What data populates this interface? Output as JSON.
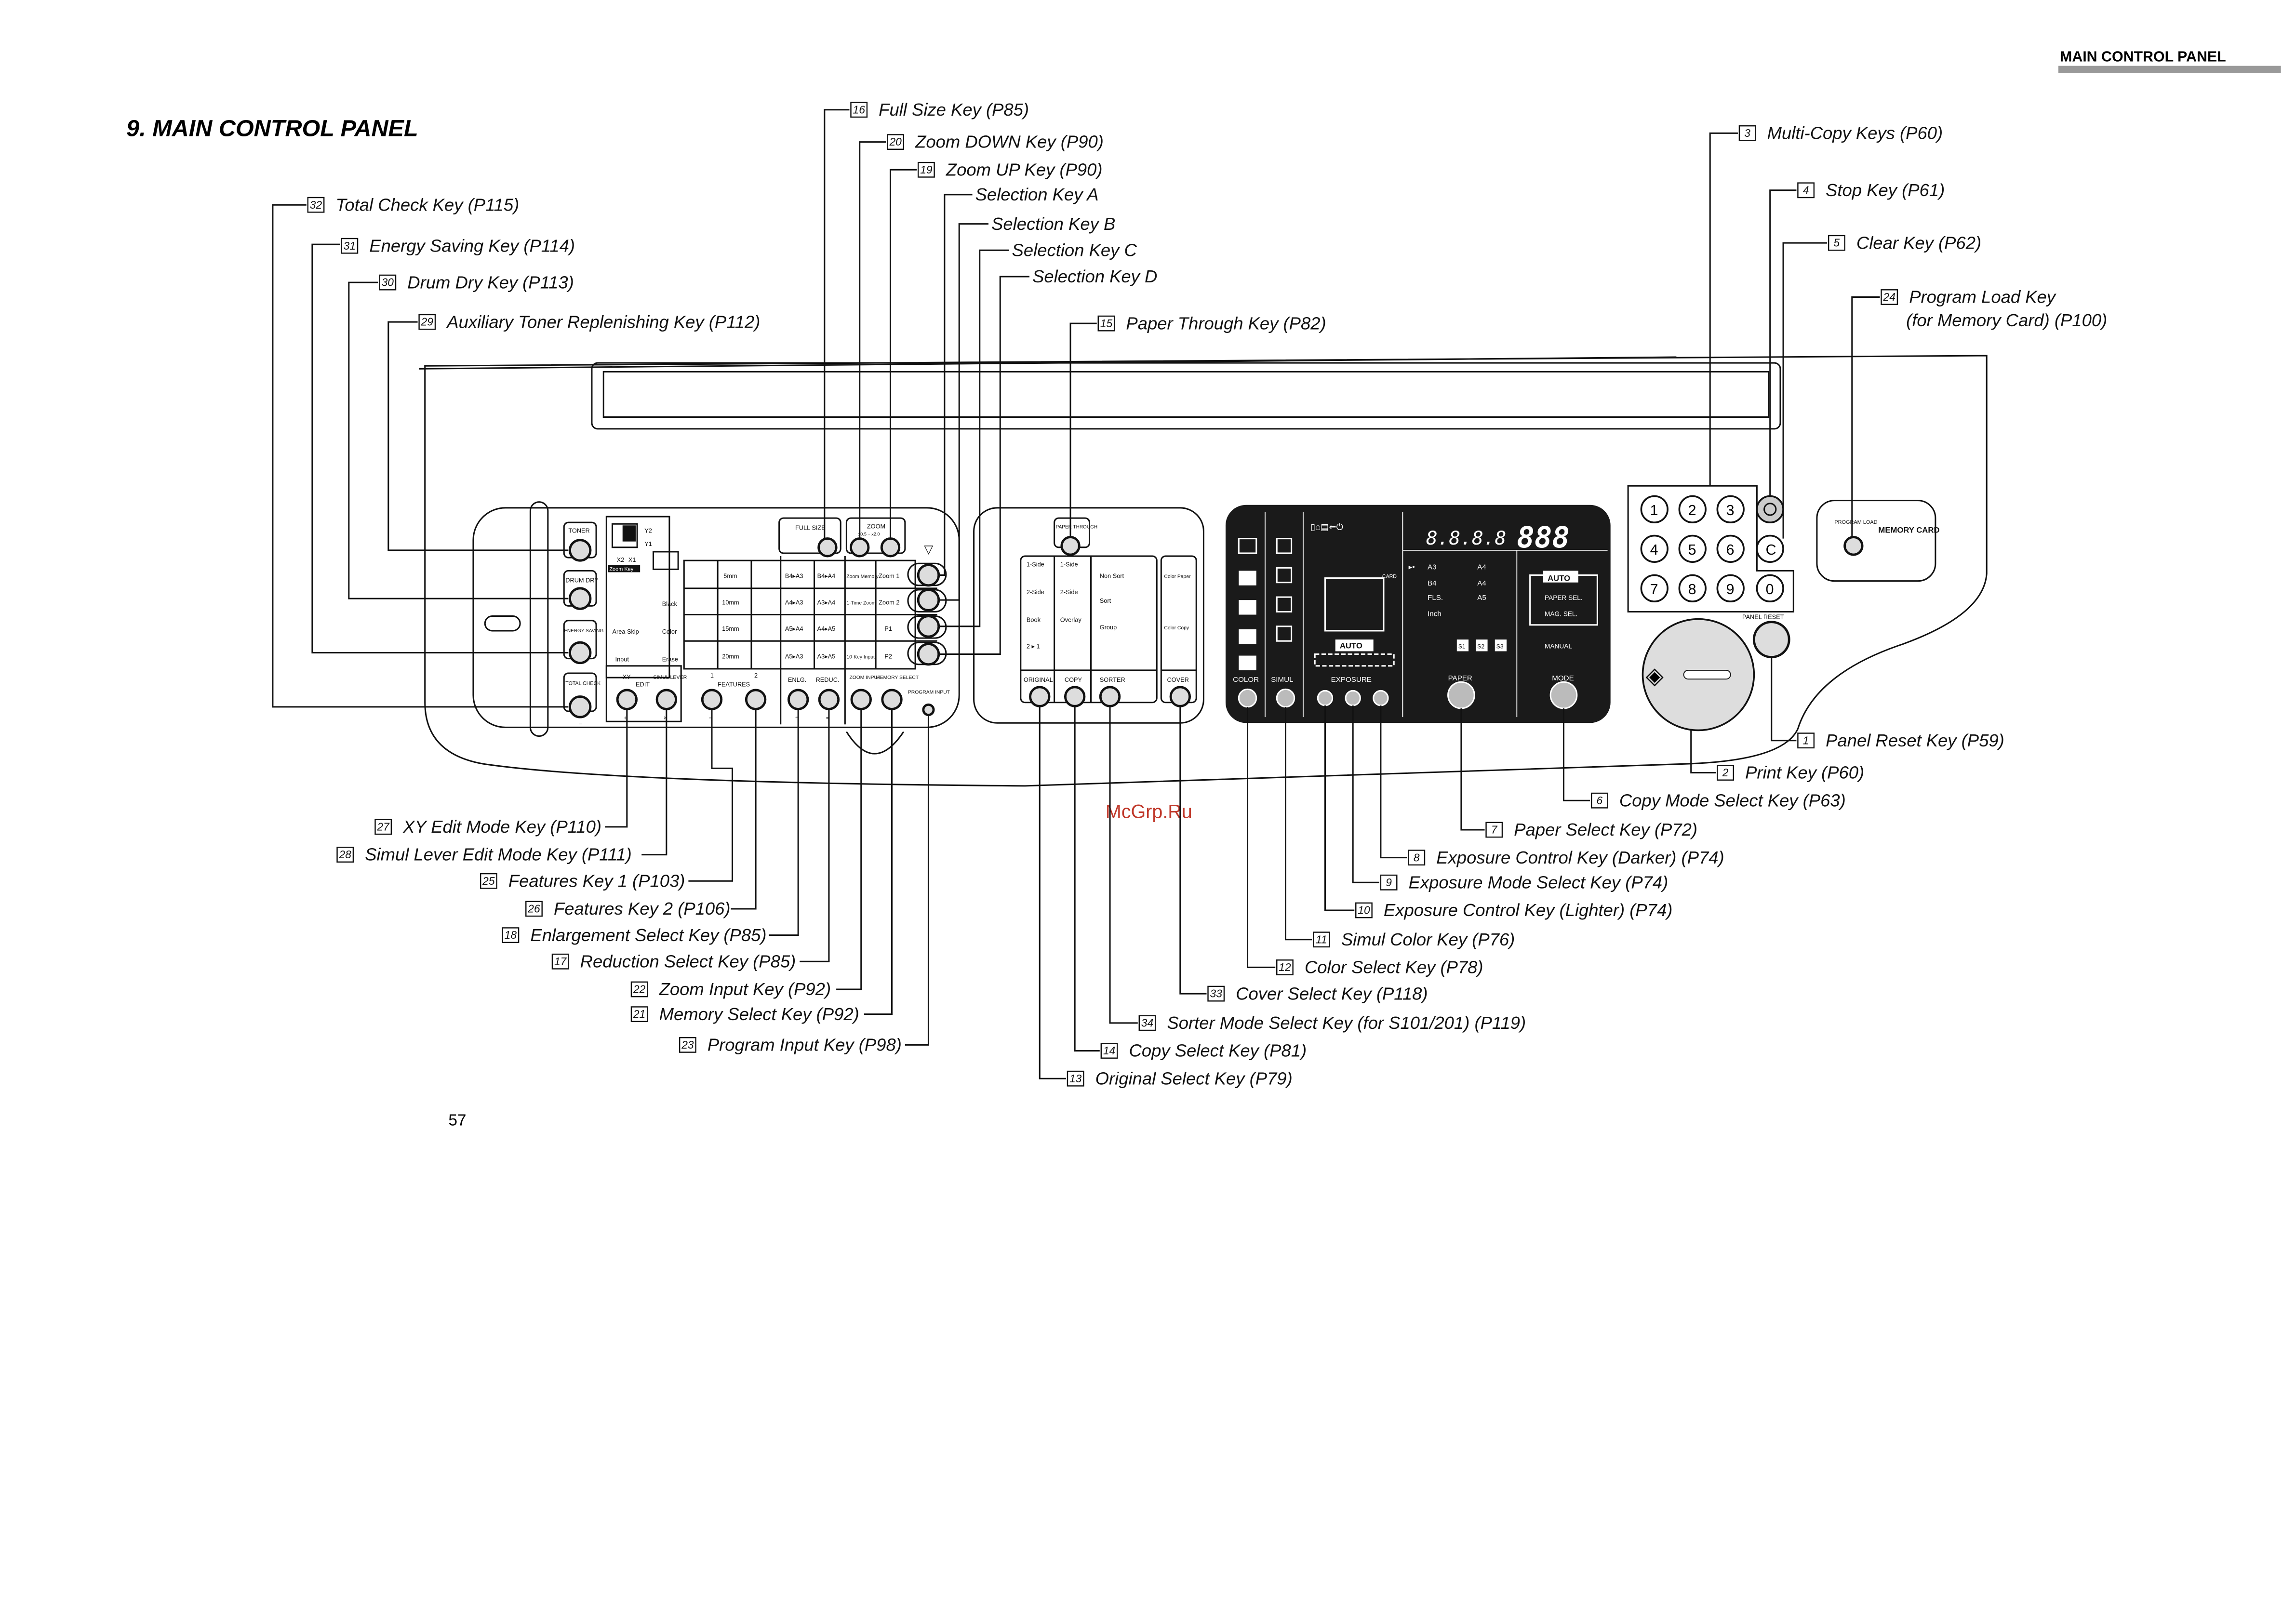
{
  "header": {
    "section_header": "MAIN CONTROL PANEL",
    "title": "9.  MAIN CONTROL PANEL",
    "page_number": "57",
    "watermark": "McGrp.Ru"
  },
  "callouts": [
    {
      "num": "32",
      "label": "Total Check Key (P115)"
    },
    {
      "num": "31",
      "label": "Energy Saving Key (P114)"
    },
    {
      "num": "30",
      "label": "Drum Dry Key (P113)"
    },
    {
      "num": "29",
      "label": "Auxiliary Toner Replenishing Key (P112)"
    },
    {
      "num": "16",
      "label": "Full Size Key (P85)"
    },
    {
      "num": "20",
      "label": "Zoom DOWN Key (P90)"
    },
    {
      "num": "19",
      "label": "Zoom UP Key (P90)"
    },
    {
      "num": "",
      "label": "Selection Key A"
    },
    {
      "num": "",
      "label": "Selection Key B"
    },
    {
      "num": "",
      "label": "Selection Key C"
    },
    {
      "num": "",
      "label": "Selection Key D"
    },
    {
      "num": "15",
      "label": "Paper Through Key (P82)"
    },
    {
      "num": "3",
      "label": "Multi-Copy Keys (P60)"
    },
    {
      "num": "4",
      "label": "Stop Key (P61)"
    },
    {
      "num": "5",
      "label": "Clear Key (P62)"
    },
    {
      "num": "24",
      "label": "Program Load Key",
      "label2": "(for Memory Card) (P100)"
    },
    {
      "num": "1",
      "label": "Panel Reset Key (P59)"
    },
    {
      "num": "2",
      "label": "Print Key (P60)"
    },
    {
      "num": "6",
      "label": "Copy Mode Select Key (P63)"
    },
    {
      "num": "7",
      "label": "Paper Select Key (P72)"
    },
    {
      "num": "8",
      "label": "Exposure Control Key (Darker) (P74)"
    },
    {
      "num": "9",
      "label": "Exposure Mode Select Key (P74)"
    },
    {
      "num": "10",
      "label": "Exposure Control Key (Lighter) (P74)"
    },
    {
      "num": "11",
      "label": "Simul Color Key (P76)"
    },
    {
      "num": "12",
      "label": "Color Select Key (P78)"
    },
    {
      "num": "33",
      "label": "Cover Select Key (P118)"
    },
    {
      "num": "34",
      "label": "Sorter Mode Select Key (for S101/201) (P119)"
    },
    {
      "num": "14",
      "label": "Copy Select Key (P81)"
    },
    {
      "num": "13",
      "label": "Original Select Key (P79)"
    },
    {
      "num": "27",
      "label": "XY Edit Mode Key (P110)"
    },
    {
      "num": "28",
      "label": "Simul Lever Edit Mode Key (P111)"
    },
    {
      "num": "25",
      "label": "Features Key 1 (P103)"
    },
    {
      "num": "26",
      "label": "Features Key 2 (P106)"
    },
    {
      "num": "18",
      "label": "Enlargement Select Key (P85)"
    },
    {
      "num": "17",
      "label": "Reduction Select Key (P85)"
    },
    {
      "num": "22",
      "label": "Zoom Input Key (P92)"
    },
    {
      "num": "21",
      "label": "Memory Select Key (P92)"
    },
    {
      "num": "23",
      "label": "Program Input Key (P98)"
    }
  ],
  "panel": {
    "left_keys": [
      "TONER",
      "DRUM DRY",
      "ENERGY SAVING",
      "TOTAL CHECK"
    ],
    "full_size": "FULL SIZE",
    "zoom": "ZOOM",
    "zoom_range": "x0.5 ~ x2.0",
    "zoom_key": "Zoom Key",
    "edit_area": [
      "Y2",
      "Y1",
      "X2",
      "X1"
    ],
    "grid_rows": [
      [
        "",
        "5mm",
        "",
        "B4▸A3",
        "B4▸A4",
        "Zoom Memory",
        "Zoom 1"
      ],
      [
        "Black",
        "10mm",
        "",
        "A4▸A3",
        "A3▸A4",
        "1-Time Zoom",
        "Zoom 2"
      ],
      [
        "Area Skip",
        "Color",
        "15mm",
        "A5▸A4",
        "A4▸A5",
        "",
        "P1"
      ],
      [
        "Input",
        "Erase",
        "20mm",
        "A5▸A3",
        "A3▸A5",
        "10-Key Input",
        "P2"
      ]
    ],
    "bottom_labels": [
      "XY",
      "EDIT",
      "SIMUL LEVER",
      "FEATURES",
      "1",
      "2",
      "ENLG.",
      "REDUC.",
      "ZOOM INPUT",
      "MEMORY SELECT",
      "PROGRAM INPUT"
    ],
    "math_signs": [
      "−",
      "+",
      "×",
      "−",
      "÷",
      "="
    ],
    "paper_through": "PAPER THROUGH",
    "original_opts": [
      "1-Side",
      "2-Side",
      "Book",
      "2 ▸ 1"
    ],
    "copy_opts": [
      "1-Side",
      "2-Side",
      "Overlay"
    ],
    "sorter_opts": [
      "Non Sort",
      "Sort",
      "Group"
    ],
    "cover_opts": [
      "Color Paper",
      "Color Copy"
    ],
    "mid_bottom": [
      "ORIGINAL",
      "COPY",
      "SORTER",
      "COVER"
    ],
    "dark_labels": [
      "COLOR",
      "SIMUL",
      "EXPOSURE",
      "PAPER",
      "MODE"
    ],
    "exposure_auto": "AUTO",
    "card": "CARD",
    "display_left": "8.8.8.8",
    "display_right": "888",
    "paper_sizes": [
      "A3",
      "B4",
      "FLS.",
      "Inch",
      "A4",
      "A4",
      "A5"
    ],
    "stacks": [
      "S1",
      "S2",
      "S3"
    ],
    "mode_auto": "AUTO",
    "mode_opts": [
      "PAPER SEL.",
      "MAG. SEL.",
      "MANUAL"
    ],
    "keypad": [
      "1",
      "2",
      "3",
      "4",
      "5",
      "6",
      "7",
      "8",
      "9",
      "0",
      "C"
    ],
    "panel_reset": "PANEL RESET",
    "program_load": "PROGRAM LOAD",
    "memory_card": "MEMORY CARD"
  }
}
